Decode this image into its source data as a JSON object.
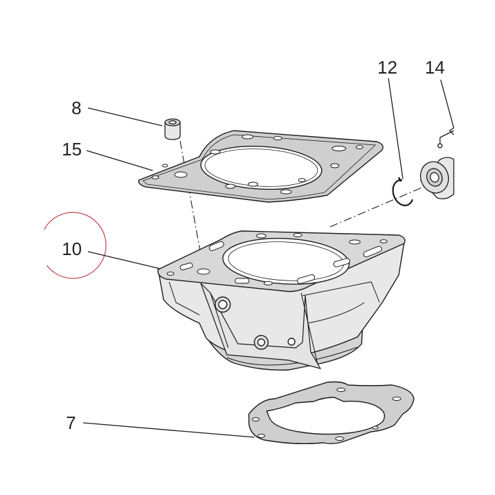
{
  "diagram": {
    "callouts": [
      {
        "id": "c8",
        "label": "8",
        "part": "dowel-pin"
      },
      {
        "id": "c15",
        "label": "15",
        "part": "head-gasket"
      },
      {
        "id": "c10",
        "label": "10",
        "part": "cylinder"
      },
      {
        "id": "c12",
        "label": "12",
        "part": "circlip"
      },
      {
        "id": "c14",
        "label": "14",
        "part": "union-fitting"
      },
      {
        "id": "c7",
        "label": "7",
        "part": "base-gasket"
      }
    ],
    "highlight": {
      "target": "10",
      "color": "#c0404a"
    },
    "colors": {
      "line": "#1a1a1a",
      "gasket": "#cfcfcf",
      "body": "#e8e8e8",
      "shade": "#bdbdbd"
    }
  }
}
